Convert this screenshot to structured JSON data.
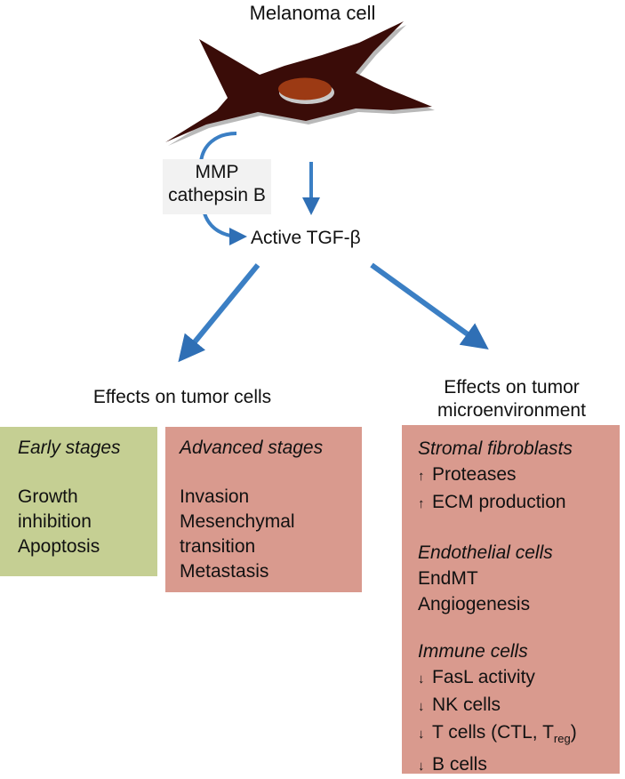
{
  "title": "Melanoma cell",
  "proteases_box": {
    "line1": "MMP",
    "line2": "cathepsin B"
  },
  "active_tgf": "Active TGF-β",
  "left_header": "Effects on tumor cells",
  "right_header": {
    "line1": "Effects on tumor",
    "line2": "microenvironment"
  },
  "early": {
    "heading": "Early stages",
    "items": [
      "Growth",
      "inhibition",
      "Apoptosis"
    ]
  },
  "advanced": {
    "heading": "Advanced stages",
    "items": [
      "Invasion",
      "Mesenchymal",
      "transition",
      "Metastasis"
    ]
  },
  "microenv": {
    "stromal": {
      "heading": "Stromal fibroblasts",
      "items": [
        {
          "arrow": "↑",
          "text": "Proteases"
        },
        {
          "arrow": "↑",
          "text": "ECM production"
        }
      ]
    },
    "endothelial": {
      "heading": "Endothelial cells",
      "items": [
        "EndMT",
        "Angiogenesis"
      ]
    },
    "immune": {
      "heading": "Immune cells",
      "items": [
        {
          "arrow": "↓",
          "text": "FasL activity"
        },
        {
          "arrow": "↓",
          "text": "NK cells"
        },
        {
          "arrow": "↓",
          "text": "T cells (CTL, T",
          "sub": "reg",
          "suffix": ")"
        },
        {
          "arrow": "↓",
          "text": "B cells"
        }
      ]
    }
  },
  "colors": {
    "cell_body": "#3a0c08",
    "nucleus": "#9c3a14",
    "arrow": "#3b7fc4",
    "early_box": "#c5cf93",
    "advanced_box": "#d99a8e",
    "label_bg": "#f2f2f2"
  }
}
